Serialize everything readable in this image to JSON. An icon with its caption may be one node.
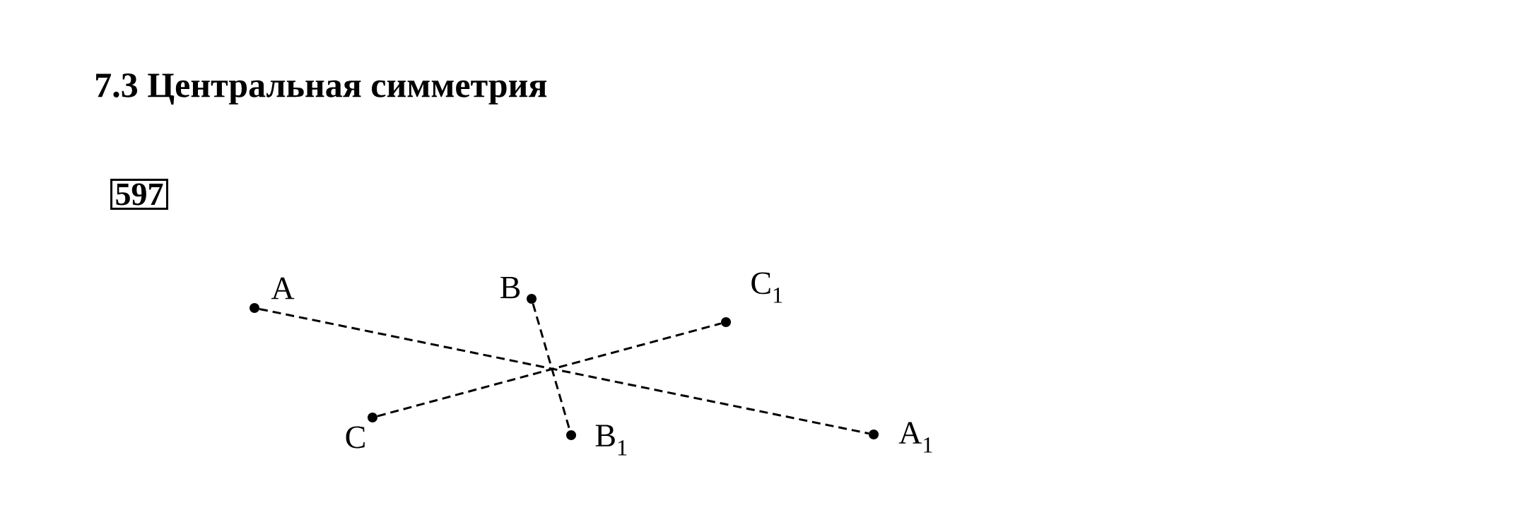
{
  "diagram": {
    "title": "7.3 Центральная симметрия",
    "nodes": [
      {
        "text": [
          "597"
        ]
      },
      {
        "text": [],
        "shape": "circle",
        "beside": [
          "A"
        ]
      },
      {
        "text": [],
        "shape": "circle",
        "beside": [
          "B"
        ]
      },
      {
        "text": [],
        "shape": "circle",
        "beside": [
          "C$_{1}$"
        ]
      },
      {
        "text": [],
        "shape": "circle",
        "beside": [
          "C"
        ]
      },
      {
        "text": [],
        "shape": "circle",
        "beside": [
          "B$_{1}$"
        ]
      },
      {
        "text": [],
        "shape": "circle",
        "beside": [
          "A$_{1}$"
        ]
      }
    ],
    "edges": [
      {
        "from": 1,
        "to": 6,
        "arrow": "none",
        "style": "dashed"
      },
      {
        "from": 2,
        "to": 5,
        "arrow": "none",
        "style": "dashed"
      },
      {
        "from": 4,
        "to": 3,
        "arrow": "none",
        "style": "dashed"
      }
    ]
  }
}
